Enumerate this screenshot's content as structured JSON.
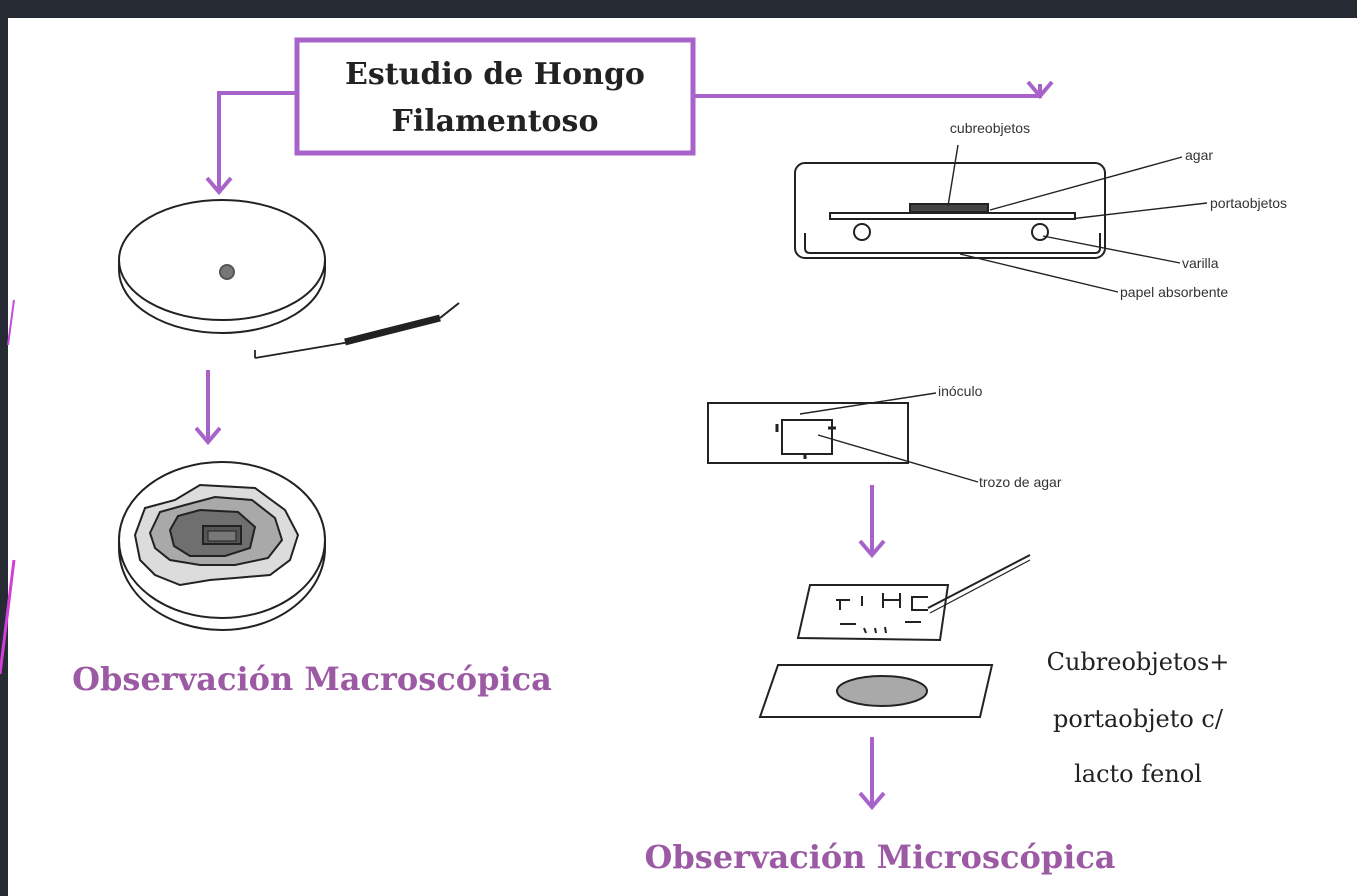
{
  "title_box": {
    "line1": "Estudio de Hongo",
    "line2": "Filamentoso"
  },
  "macro": {
    "caption": "Observación Macroscópica"
  },
  "chamber": {
    "labels": {
      "cubreobjetos": "cubreobjetos",
      "agar": "agar",
      "portaobjetos": "portaobjetos",
      "varilla": "varilla",
      "papel": "papel absorbente"
    }
  },
  "slide": {
    "labels": {
      "inoculo": "inóculo",
      "trozo": "trozo de agar"
    }
  },
  "micro": {
    "note_line1": "Cubreobjetos+",
    "note_line2": "portaobjeto c/",
    "note_line3": "lacto fenol",
    "caption": "Observación Microscópica"
  },
  "colors": {
    "accent": "#a763c9",
    "caption": "#9c5aa4",
    "frame": "#262a33",
    "panel": "#ffffff",
    "ink": "#222222"
  }
}
